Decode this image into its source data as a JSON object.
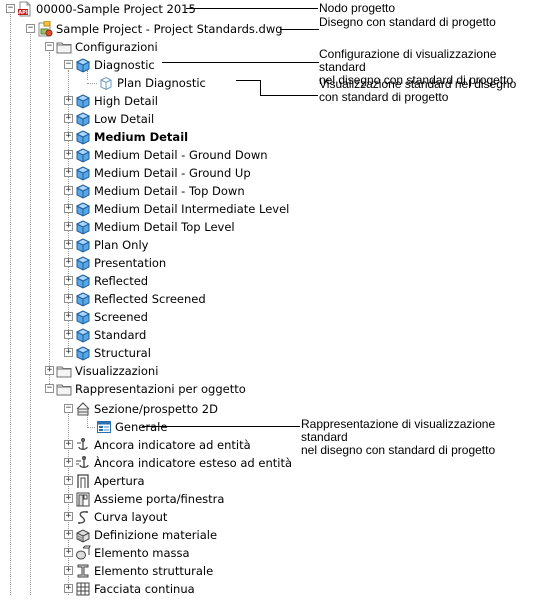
{
  "tree": {
    "root_label": "00000-Sample Project 2015",
    "drawing_label": "Sample Project - Project Standards.dwg",
    "configs_folder": "Configurazioni",
    "diagnostic": "Diagnostic",
    "plan_diagnostic": "Plan Diagnostic",
    "configs": [
      {
        "label": "High Detail",
        "bold": false
      },
      {
        "label": "Low Detail",
        "bold": false
      },
      {
        "label": "Medium Detail",
        "bold": true
      },
      {
        "label": "Medium Detail - Ground Down",
        "bold": false
      },
      {
        "label": "Medium Detail - Ground Up",
        "bold": false
      },
      {
        "label": "Medium Detail - Top Down",
        "bold": false
      },
      {
        "label": "Medium Detail Intermediate Level",
        "bold": false
      },
      {
        "label": "Medium Detail Top Level",
        "bold": false
      },
      {
        "label": "Plan Only",
        "bold": false
      },
      {
        "label": "Presentation",
        "bold": false
      },
      {
        "label": "Reflected",
        "bold": false
      },
      {
        "label": "Reflected Screened",
        "bold": false
      },
      {
        "label": "Screened",
        "bold": false
      },
      {
        "label": "Standard",
        "bold": false
      },
      {
        "label": "Structural",
        "bold": false
      }
    ],
    "views_folder": "Visualizzazioni",
    "reps_folder": "Rappresentazioni per oggetto",
    "section": "Sezione/prospetto 2D",
    "generale": "Generale",
    "objects": [
      {
        "label": "Ancora indicatore ad entità",
        "icon": "anchor-tag-icon"
      },
      {
        "label": "Àncora indicatore esteso ad entità",
        "icon": "anchor-extended-icon"
      },
      {
        "label": "Apertura",
        "icon": "opening-icon"
      },
      {
        "label": "Assieme porta/finestra",
        "icon": "door-window-assembly-icon"
      },
      {
        "label": "Curva layout",
        "icon": "layout-curve-icon"
      },
      {
        "label": "Definizione materiale",
        "icon": "material-definition-icon"
      },
      {
        "label": "Elemento massa",
        "icon": "mass-element-icon"
      },
      {
        "label": "Elemento strutturale",
        "icon": "structural-member-icon"
      },
      {
        "label": "Facciata continua",
        "icon": "curtain-wall-icon"
      }
    ]
  },
  "annotations": {
    "project_node": "Nodo progetto",
    "drawing": "Disegno con standard di progetto",
    "display_config_1": "Configurazione di visualizzazione standard",
    "display_config_2": "nel disegno con standard di progetto",
    "display_set_1": "Visualizzazione standard nel disegno",
    "display_set_2": "con standard di progetto",
    "display_rep_1": "Rappresentazione di visualizzazione standard",
    "display_rep_2": "nel disegno con standard di progetto"
  },
  "colors": {
    "tree_line": "#999999",
    "config_icon": "#5aa7e6",
    "folder": "#f2f2f2"
  }
}
